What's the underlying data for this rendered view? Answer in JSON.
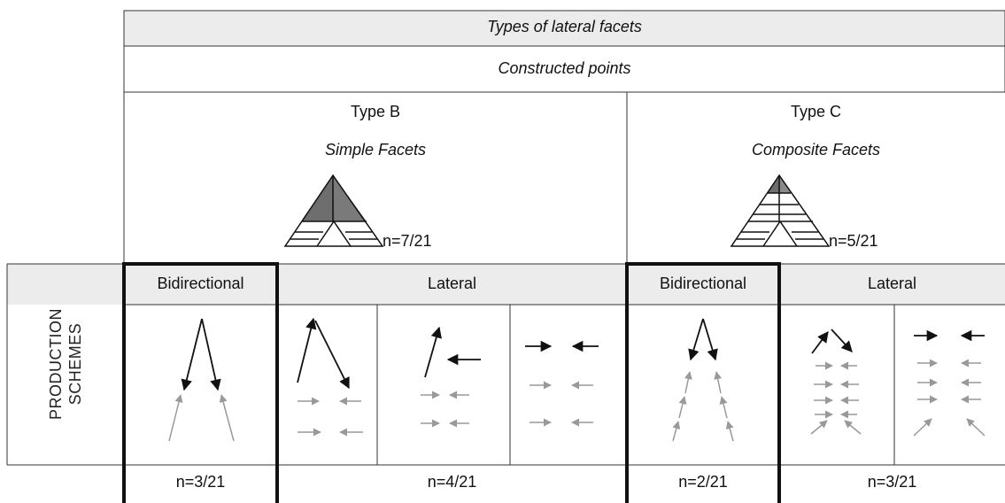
{
  "header": {
    "title": "Types of lateral facets",
    "subtitle": "Constructed points"
  },
  "types": [
    {
      "type_label": "Type B",
      "facet_label": "Simple Facets",
      "count": "n=7/21"
    },
    {
      "type_label": "Type C",
      "facet_label": "Composite Facets",
      "count": "n=5/21"
    }
  ],
  "row_label": {
    "line1": "PRODUCTION",
    "line2": "SCHEMES"
  },
  "schemes": [
    {
      "label": "Bidirectional",
      "count": "n=3/21"
    },
    {
      "label": "Lateral",
      "count": "n=4/21"
    },
    {
      "label": "Bidirectional",
      "count": "n=2/21"
    },
    {
      "label": "Lateral",
      "count": "n=3/21"
    }
  ],
  "colors": {
    "header_fill": "#ececec",
    "facet_fill": "#7a7a7a",
    "line": "#111111",
    "grey_arrow": "#999999"
  }
}
